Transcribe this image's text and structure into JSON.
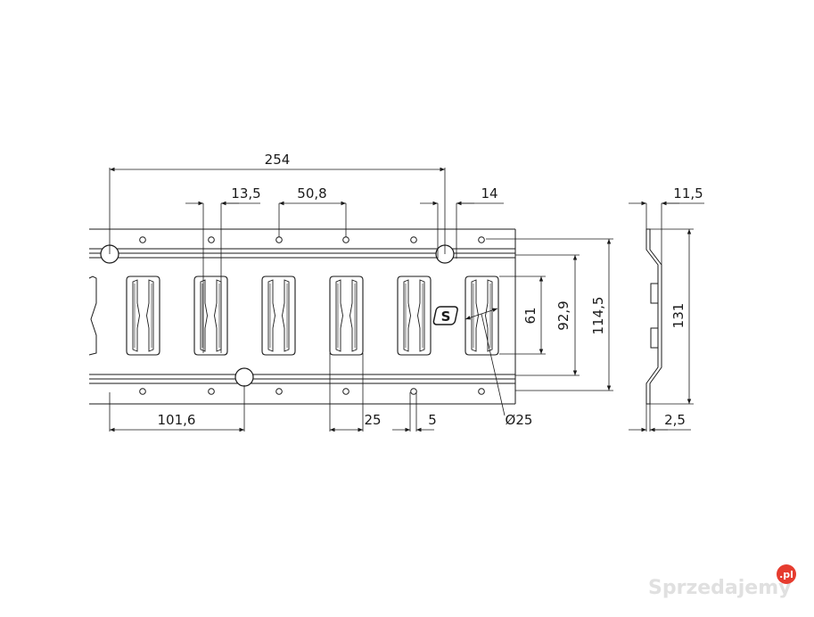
{
  "drawing": {
    "dimensions": {
      "pitch_total": "254",
      "hole_offset": "13,5",
      "hole_pitch": "50,8",
      "edge_offset": "14",
      "start_offset": "101,6",
      "slot_width": "25",
      "slot_gap": "5",
      "round_diameter": "Ø25",
      "slot_height": "61",
      "inner_height": "92,9",
      "rail_height": "114,5",
      "profile_depth": "11,5",
      "profile_height": "131",
      "thickness": "2,5"
    },
    "logo_text": "S",
    "line_color": "#1a1a1a"
  },
  "watermark": {
    "brand": "Sprzedajemy",
    "tld": ".pl",
    "badge_color": "#e63c2f"
  }
}
